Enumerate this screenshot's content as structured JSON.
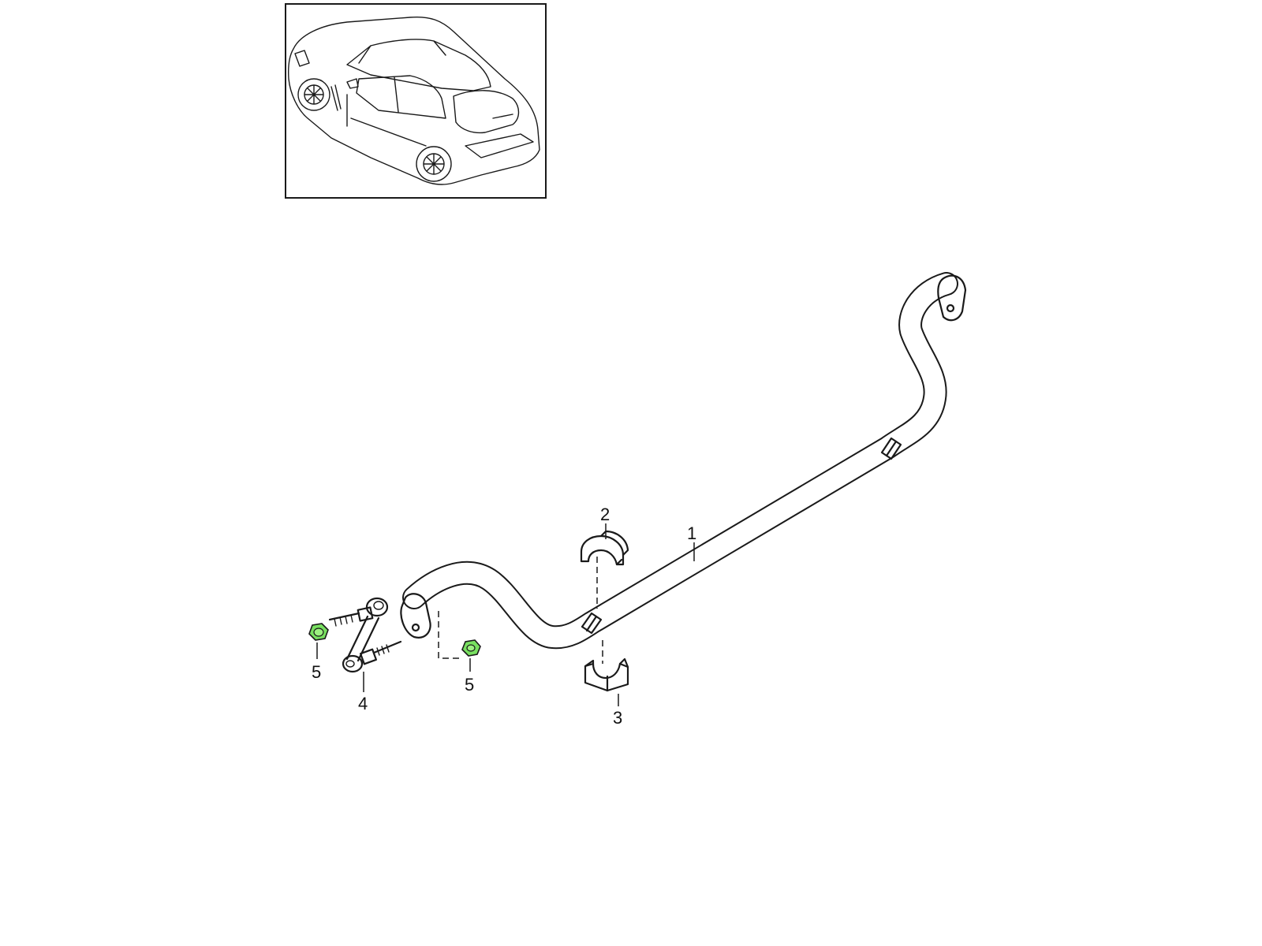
{
  "colors": {
    "highlight": "#78e060",
    "line": "#1a1a1a",
    "background": "#ffffff"
  },
  "thumbnail": {
    "icon": "vehicle-thumbnail-icon"
  },
  "callouts": {
    "c1": "1",
    "c2": "2",
    "c3": "3",
    "c4": "4",
    "c5_left": "5",
    "c5_right": "5"
  }
}
